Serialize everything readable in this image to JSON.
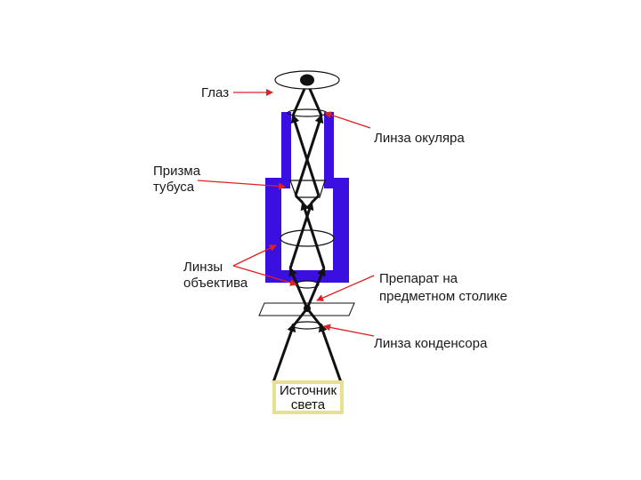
{
  "labels": {
    "eye": "Глаз",
    "eyepiece_lens": "Линза окуляра",
    "tube_prism_line1": "Призма",
    "tube_prism_line2": "тубуса",
    "objective_lenses_line1": "Линзы",
    "objective_lenses_line2": "объектива",
    "specimen_line1": "Препарат на",
    "specimen_line2": "предметном столике",
    "condenser_lens": "Линза конденсора",
    "light_source_line1": "Источник",
    "light_source_line2": "света"
  },
  "colors": {
    "tube": "#3a10e0",
    "pointer": "#e02020",
    "rays": "#111111",
    "source_border": "#e8e090"
  }
}
